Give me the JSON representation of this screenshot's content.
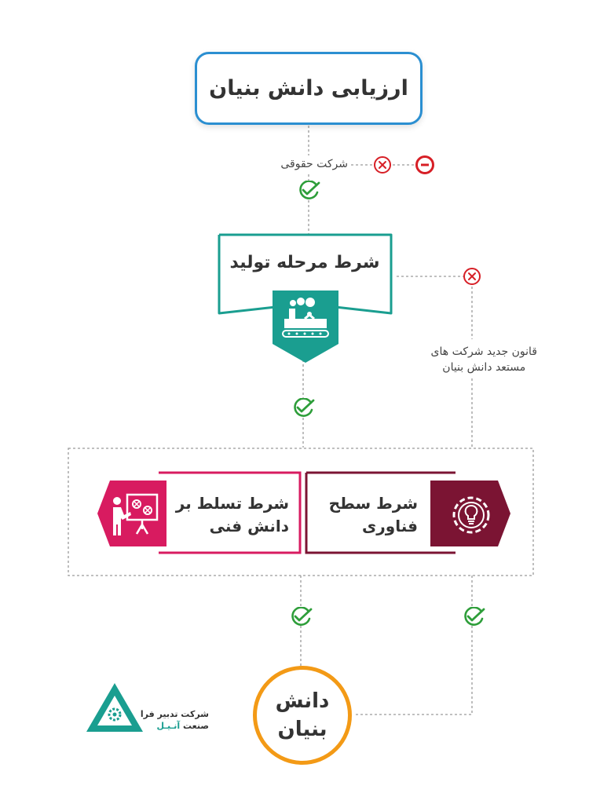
{
  "title": "ارزیابی دانش بنیان",
  "legal_company_label": "شرکت حقوقی",
  "production": {
    "label": "شرط مرحله تولید"
  },
  "new_law_label": {
    "line1": "قانون جدید شرکت های",
    "line2": "مستعد دانش بنیان"
  },
  "mastery": {
    "line1": "شرط تسلط بر",
    "line2": "دانش فنی"
  },
  "technology": {
    "line1": "شرط سطح",
    "line2": "فناوری"
  },
  "result": {
    "line1": "دانش",
    "line2": "بنیان"
  },
  "logo": {
    "line1": "شرکت تدبیر فرا",
    "line2_prefix": "صنعت ",
    "line2_brand": "آنـیـل"
  },
  "colors": {
    "title_border": "#2b8fd1",
    "teal": "#1a9e90",
    "pink": "#d81b60",
    "maroon": "#7b1433",
    "orange": "#f39a16",
    "check_green": "#2e9e3a",
    "cross_red": "#d71f26"
  },
  "icons": [
    "ban-icon",
    "cross-icon",
    "check-icon",
    "factory-icon",
    "presentation-icon",
    "gear-bulb-icon",
    "logo-triangle-icon"
  ]
}
